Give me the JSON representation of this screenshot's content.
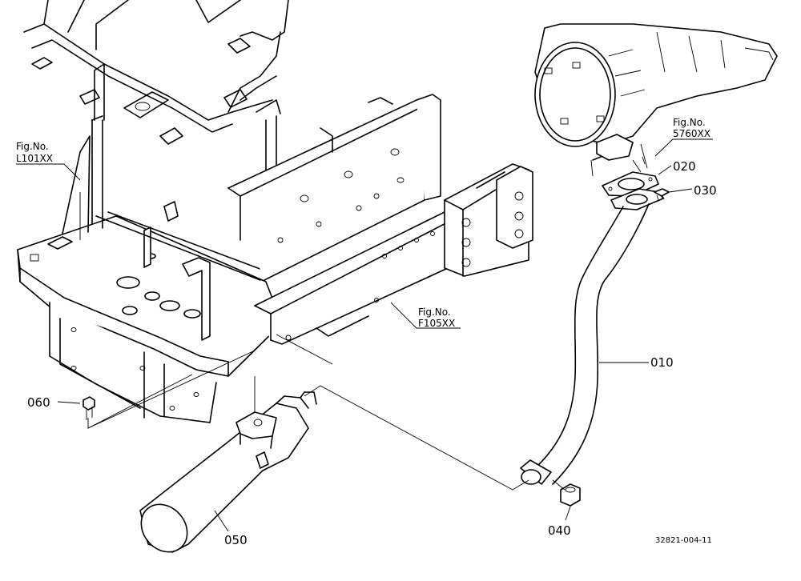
{
  "callouts": {
    "p010": "010",
    "p020": "020",
    "p030": "030",
    "p040": "040",
    "p050": "050",
    "p060": "060"
  },
  "fig_refs": {
    "l101": {
      "line1": "Fig.No.",
      "line2": "L101XX"
    },
    "f105": {
      "line1": "Fig.No.",
      "line2": "F105XX"
    },
    "s5760": {
      "line1": "Fig.No.",
      "line2": "5760XX"
    }
  },
  "catalog_number": "32821-004-11",
  "icons": [
    "bolt-icon",
    "nut-icon",
    "gasket-icon",
    "muffler-icon",
    "clamp-icon"
  ]
}
